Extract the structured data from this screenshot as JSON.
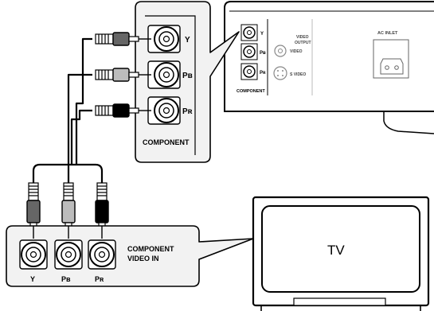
{
  "player_panel": {
    "component_label": "COMPONENT",
    "jack_y": "Y",
    "jack_pb": "Pʙ",
    "jack_pr": "Pʀ",
    "video_output_line1": "VIDEO",
    "video_output_line2": "OUTPUT",
    "video_label": "VIDEO",
    "svideo_label": "S VIDEO",
    "ac_inlet_label": "AC INLET"
  },
  "player_callout": {
    "jack_y": "Y",
    "jack_pb": "Pʙ",
    "jack_pr": "Pʀ",
    "component_label": "COMPONENT"
  },
  "tv_callout": {
    "label_line1": "COMPONENT",
    "label_line2": "VIDEO IN",
    "jack_y": "Y",
    "jack_pb": "Pʙ",
    "jack_pr": "Pʀ"
  },
  "tv": {
    "label": "TV"
  },
  "colors": {
    "outline": "#000000",
    "callout_fill": "#f2f2f2",
    "plug_y": "#666666",
    "plug_pb": "#bcbcbc",
    "plug_pr": "#000000"
  }
}
